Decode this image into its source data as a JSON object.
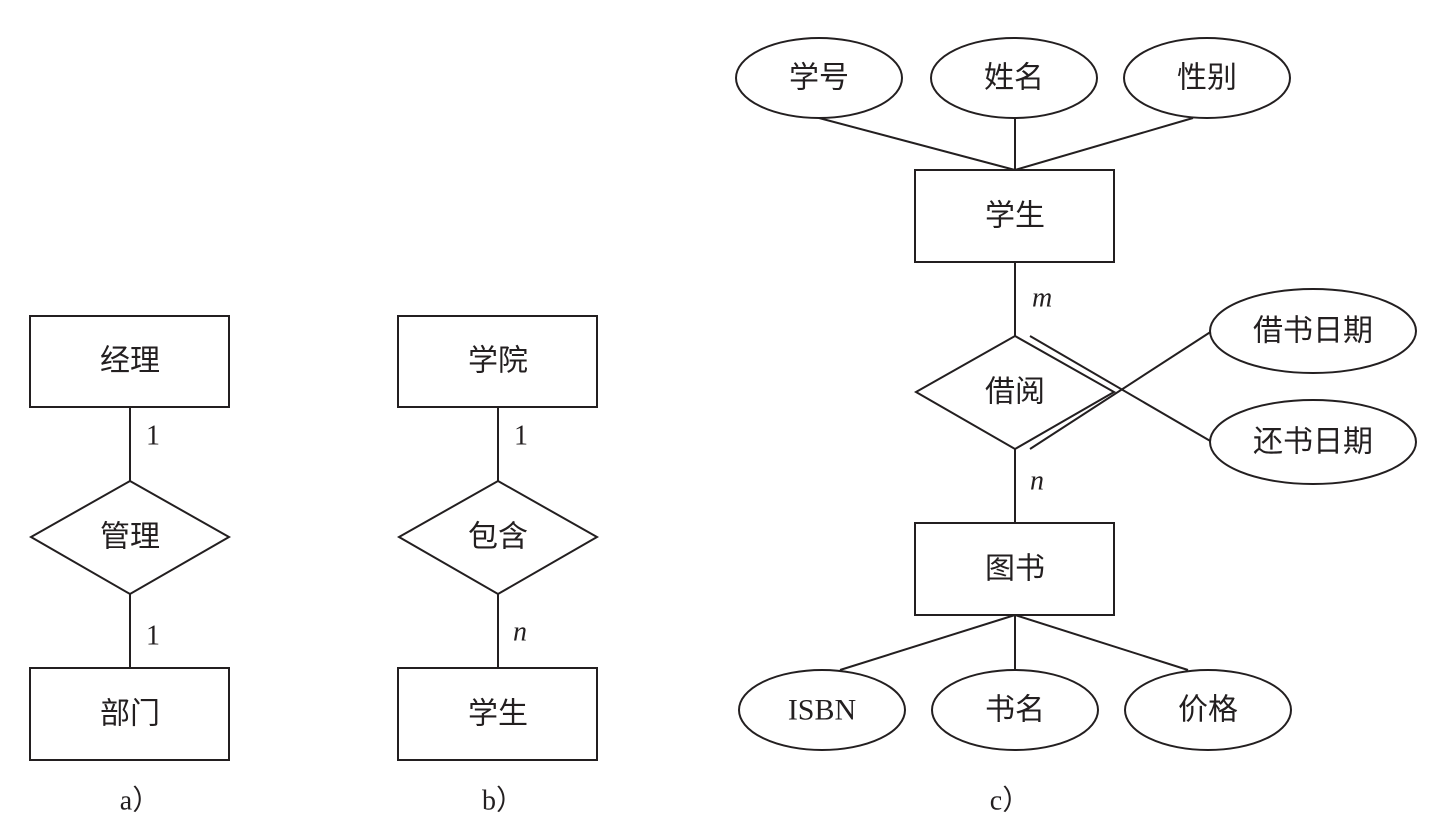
{
  "diagram_a": {
    "caption": "a）",
    "entity_top": "经理",
    "relationship": "管理",
    "entity_bottom": "部门",
    "card_top": "1",
    "card_bottom": "1"
  },
  "diagram_b": {
    "caption": "b）",
    "entity_top": "学院",
    "relationship": "包含",
    "entity_bottom": "学生",
    "card_top": "1",
    "card_bottom": "n"
  },
  "diagram_c": {
    "caption": "c）",
    "student_entity": "学生",
    "student_attributes": [
      "学号",
      "姓名",
      "性别"
    ],
    "relationship": "借阅",
    "relationship_attributes": [
      "借书日期",
      "还书日期"
    ],
    "book_entity": "图书",
    "book_attributes": [
      "ISBN",
      "书名",
      "价格"
    ],
    "card_student": "m",
    "card_book": "n"
  }
}
